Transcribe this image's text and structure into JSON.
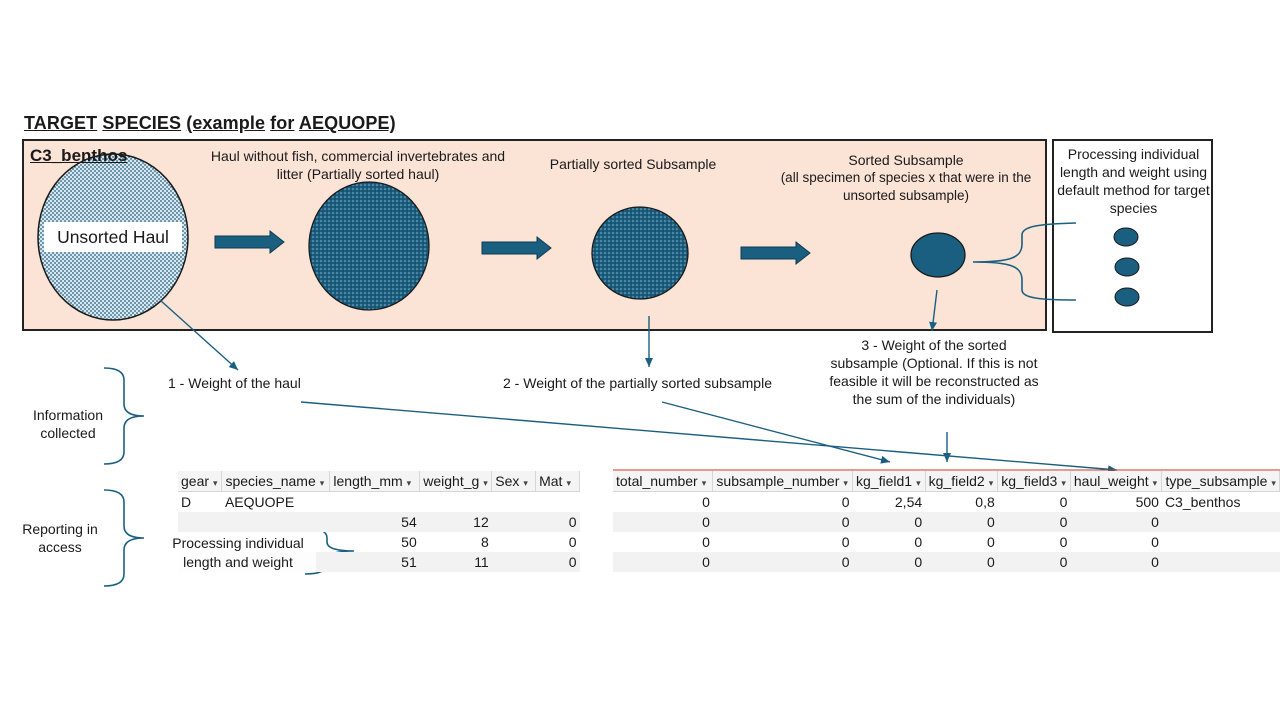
{
  "title": {
    "part1": "TARGET",
    "part2": "SPECIES",
    "part3": "(example",
    "part4": "for",
    "part5": "AEQUOPE)"
  },
  "main_box": {
    "label": "C3_benthos",
    "unsorted_haul": "Unsorted Haul",
    "stage2_label": "Haul without fish, commercial invertebrates and litter (Partially sorted haul)",
    "stage3_label": "Partially sorted Subsample",
    "stage4_label_line1": "Sorted Subsample",
    "stage4_label_line2": "(all specimen of species x that were in the unsorted subsample)"
  },
  "side_box": {
    "label": "Processing individual length and weight using default method for target species"
  },
  "annotations": {
    "weight_haul": "1 - Weight of the haul",
    "weight_partial": "2 - Weight of the partially sorted subsample",
    "weight_sorted": "3 - Weight of the sorted subsample (Optional. If this is not feasible it will be reconstructed as the sum of the individuals)",
    "info_collected": "Information collected",
    "reporting_access": "Reporting in access",
    "processing_individual": "Processing individual length and weight"
  },
  "left_table": {
    "headers": [
      "gear",
      "species_name",
      "length_mm",
      "weight_g",
      "Sex",
      "Mat"
    ],
    "rows": [
      [
        "D",
        "AEQUOPE",
        "",
        "",
        "",
        ""
      ],
      [
        "",
        "",
        "54",
        "12",
        "",
        "0"
      ],
      [
        "",
        "",
        "50",
        "8",
        "",
        "0"
      ],
      [
        "",
        "",
        "51",
        "11",
        "",
        "0"
      ]
    ]
  },
  "right_table": {
    "headers": [
      "total_number",
      "subsample_number",
      "kg_field1",
      "kg_field2",
      "kg_field3",
      "haul_weight",
      "type_subsample"
    ],
    "rows": [
      [
        "0",
        "0",
        "2,54",
        "0,8",
        "0",
        "500",
        "C3_benthos"
      ],
      [
        "0",
        "0",
        "0",
        "0",
        "0",
        "0",
        ""
      ],
      [
        "0",
        "0",
        "0",
        "0",
        "0",
        "0",
        ""
      ],
      [
        "0",
        "0",
        "0",
        "0",
        "0",
        "0",
        ""
      ]
    ]
  },
  "colors": {
    "accent": "#1a5f80",
    "box_fill": "#fbe3d6"
  }
}
